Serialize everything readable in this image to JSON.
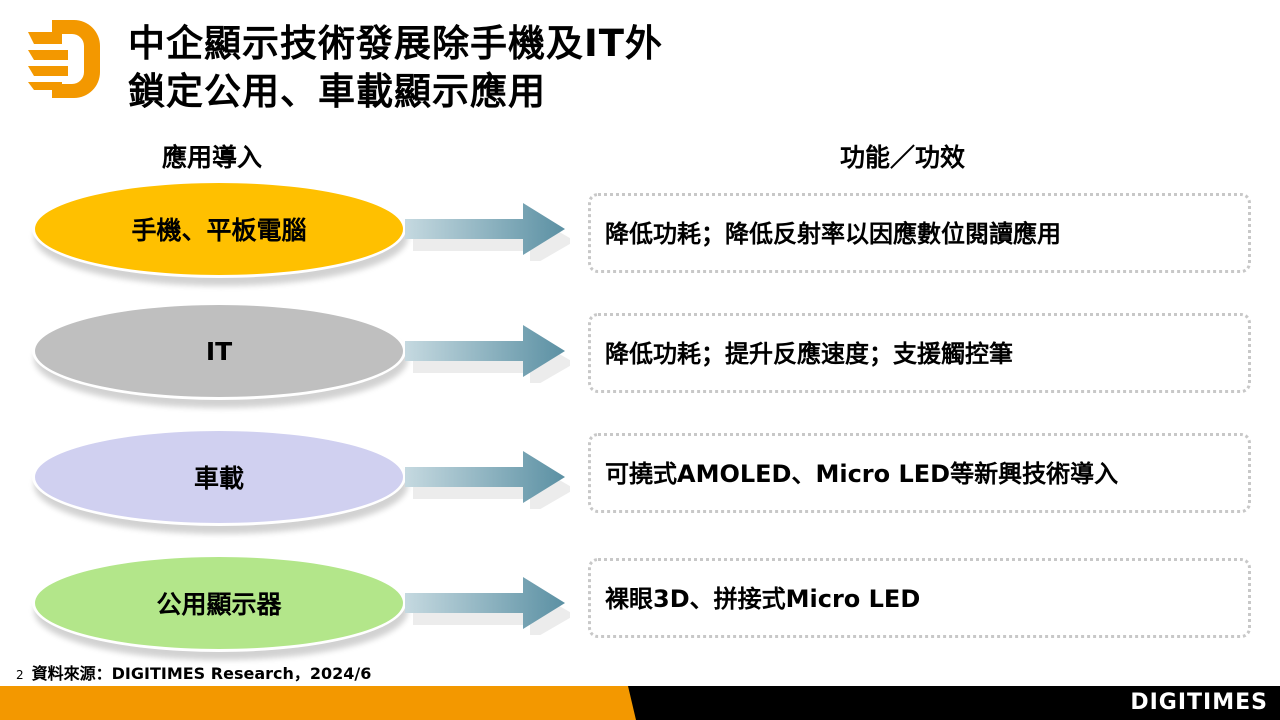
{
  "title": {
    "line1": "中企顯示技術發展除手機及IT外",
    "line2": "鎖定公用、車載顯示應用"
  },
  "headers": {
    "left": "應用導入",
    "right": "功能／功效"
  },
  "rows": [
    {
      "app": "手機、平板電腦",
      "color": "#ffc000",
      "function": "降低功耗；降低反射率以因應數位閱讀應用"
    },
    {
      "app": "IT",
      "color": "#bfbfbf",
      "function": "降低功耗；提升反應速度；支援觸控筆"
    },
    {
      "app": "車載",
      "color": "#d0d0f0",
      "function": "可撓式AMOLED、Micro LED等新興技術導入"
    },
    {
      "app": "公用顯示器",
      "color": "#b3e68a",
      "function": "裸眼3D、拼接式Micro LED"
    }
  ],
  "footer": {
    "page": "2",
    "source": "資料來源：DIGITIMES Research，2024/6",
    "brand": "DIGITIMES"
  },
  "colors": {
    "orange": "#f39800",
    "arrow": "#5b90a3"
  }
}
